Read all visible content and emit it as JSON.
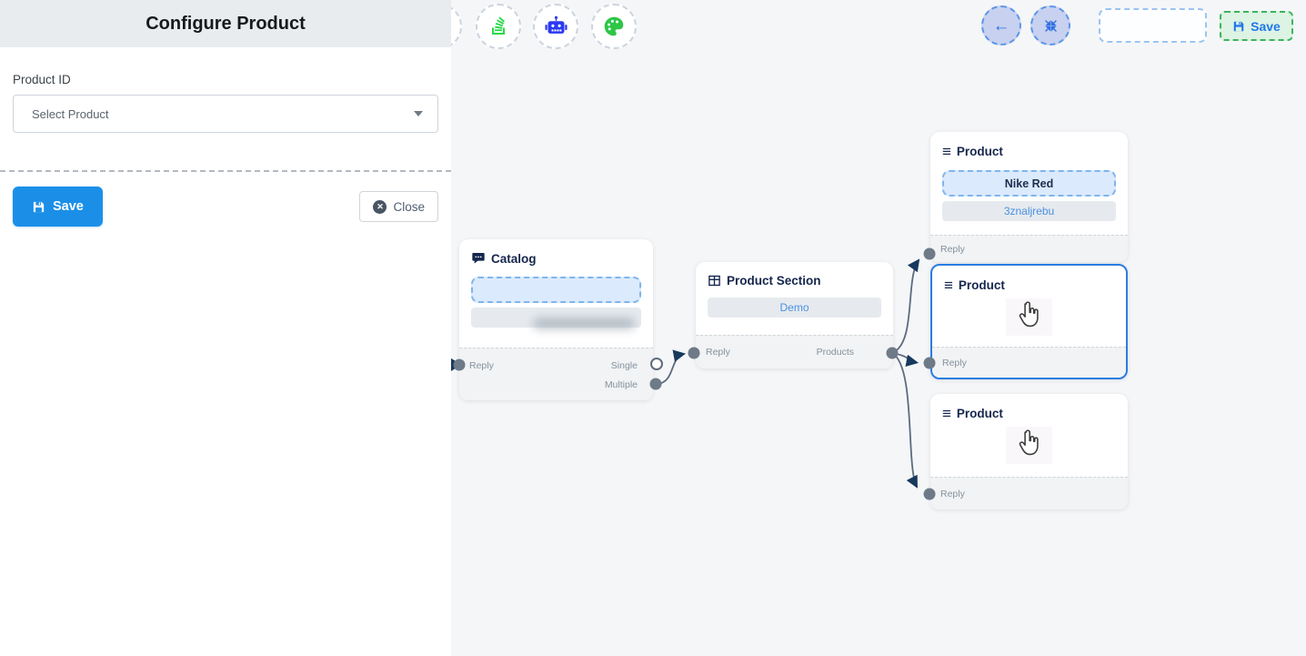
{
  "left_panel": {
    "title": "Configure Product",
    "product_id_label": "Product ID",
    "select_placeholder": "Select Product",
    "save_button": "Save",
    "close_button": "Close"
  },
  "toolbar": {
    "icons": [
      "stack-icon",
      "robot-icon",
      "palette-icon"
    ]
  },
  "top_right": {
    "back_icon": "←",
    "save_button": "Save"
  },
  "nodes": {
    "catalog": {
      "title": "Catalog",
      "reply_port": "Reply",
      "single_port": "Single",
      "multiple_port": "Multiple"
    },
    "product_section": {
      "title": "Product Section",
      "button_label": "Demo",
      "reply_port": "Reply",
      "products_port": "Products"
    },
    "product_top": {
      "title": "Product",
      "field1": "Nike Red",
      "field2": "3znaljrebu",
      "reply_port": "Reply"
    },
    "product_middle": {
      "title": "Product",
      "reply_port": "Reply"
    },
    "product_bottom": {
      "title": "Product",
      "reply_port": "Reply"
    }
  },
  "colors": {
    "primary_blue": "#1b8fe8",
    "node_title": "#15264d",
    "edge": "#5b6b7e",
    "arrow": "#16395d",
    "port_fill": "#6e7a88",
    "save_green_bg": "#ddf3e4",
    "save_green_border": "#3cb45c",
    "canvas_bg": "#f5f6f8",
    "selected_border": "#2a7de1",
    "robot_blue": "#2b3af0",
    "icon_green": "#2bd94a"
  }
}
